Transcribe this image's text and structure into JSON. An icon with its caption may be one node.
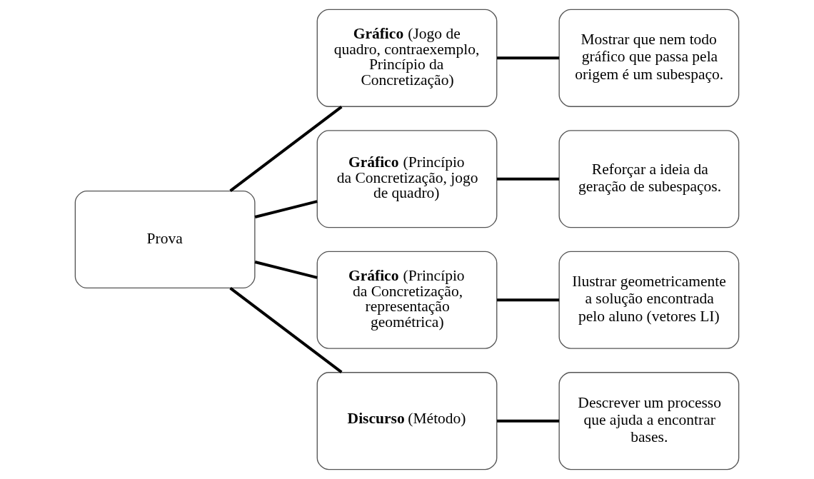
{
  "diagram": {
    "nodes": [
      {
        "text": [
          "Prova"
        ]
      },
      {
        "text": [
          "**Gráfico** (Jogo de quadro, contraexemplo, Princípio da Concretização)"
        ]
      },
      {
        "text": [
          "**Gráfico** (Princípio da Concretização, jogo de quadro)"
        ]
      },
      {
        "text": [
          "**Gráfico** (Princípio da Concretização, representação geométrica)"
        ]
      },
      {
        "text": [
          "**Discurso** (Método)"
        ]
      },
      {
        "text": [
          "Mostrar que nem todo gráfico que passa pela origem é um subespaço."
        ]
      },
      {
        "text": [
          "Reforçar a ideia da geração de subespaços."
        ]
      },
      {
        "text": [
          "Ilustrar geometricamente a solução encontrada pelo aluno (vetores LI)"
        ]
      },
      {
        "text": [
          "Descrever um processo que ajuda a encontrar bases."
        ]
      }
    ],
    "edges": [
      {
        "from": 0,
        "to": 1,
        "arrow": "none"
      },
      {
        "from": 0,
        "to": 2,
        "arrow": "none"
      },
      {
        "from": 0,
        "to": 3,
        "arrow": "none"
      },
      {
        "from": 0,
        "to": 4,
        "arrow": "none"
      },
      {
        "from": 1,
        "to": 5,
        "arrow": "none"
      },
      {
        "from": 2,
        "to": 6,
        "arrow": "none"
      },
      {
        "from": 3,
        "to": 7,
        "arrow": "none"
      },
      {
        "from": 4,
        "to": 8,
        "arrow": "none"
      }
    ]
  }
}
